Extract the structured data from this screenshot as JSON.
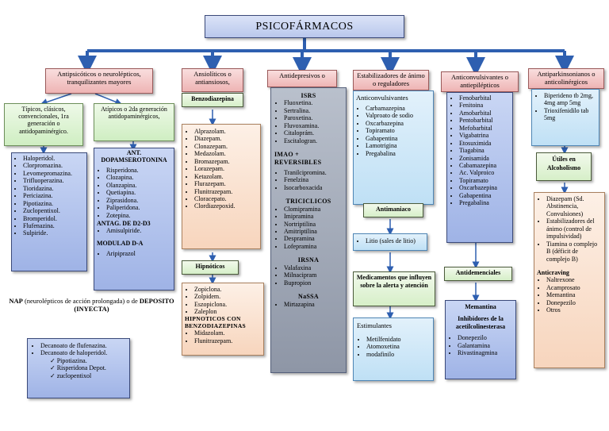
{
  "title": "PSICOFÁRMACOS",
  "antipsicoticos": {
    "header": "Antipsicóticos o neurolépticos, tranquilizantes mayores",
    "tipicos": {
      "header": "Típicos, clásicos, convencionales, 1ra generación o antidopaminérgico.",
      "items": [
        "Haloperidol.",
        "Clorpromazina.",
        "Levomepromazina.",
        "Trifluoperazina.",
        "Tioridazina.",
        "Periciazina.",
        "Pipotiazina.",
        "Zuclopentixol.",
        "Bromperidol.",
        "Flufenazina.",
        "Sulpiride."
      ]
    },
    "atipicos": {
      "header": "Atípicos o 2da generación antidopaminérgicos,",
      "ant_title": "ANT. DOPAMSEROTONINA",
      "items": [
        "Risperidona.",
        "Clozapina.",
        "Olanzapina.",
        "Quetiapina.",
        "Ziprasidona.",
        "Paliperidona.",
        "Zotepina."
      ],
      "antag_title": "ANTAG. DE D2-D3",
      "antag_items": [
        "Amisulpiride."
      ],
      "modulad_title": "MODULAD D-A",
      "modulad_items": [
        "Aripiprazol"
      ]
    },
    "nap": {
      "prefix": "NAP",
      "text": "(neurolépticos de acción prolongada) o de",
      "deposito": "DEPOSITO (INYECTA)"
    },
    "deposito_items": [
      "Decanoato de flufenazina.",
      "Decanoato de haloperidol."
    ],
    "deposito_checks": [
      "Pipotiazina.",
      "Risperidona Depot.",
      "zuclopentixol"
    ]
  },
  "ansioliticos": {
    "header": "Ansiolíticos o antiansiosos,",
    "benzo_title": "Benzodiazepina",
    "benzo_items": [
      "Alprazolam.",
      "Diazepam.",
      "Clonazepam.",
      "Medazolam.",
      "Bromazepam.",
      "Lorazepam.",
      "Ketazolam.",
      "Flurazepam.",
      "Flunitrazepam.",
      "Cloracepato.",
      "Clordiazepoxid."
    ],
    "hipnoticos_title": "Hipnóticos",
    "hipnoticos_items": [
      "Zopiclona.",
      "Zolpidem.",
      "Eszopiclona.",
      "Zaleplon"
    ],
    "hipno_benzo_title": "HIPNOTICOS CON BENZODIAZEPINAS",
    "hipno_benzo_items": [
      "Midazolam.",
      "Flunitrazepam."
    ]
  },
  "antidepresivos": {
    "header": "Antidepresivos o",
    "isrs_title": "ISRS",
    "isrs_items": [
      "Fluoxetina.",
      "Sertralina.",
      "Paroxetina.",
      "Fluvoxamina.",
      "Citaloprám.",
      "Escitalogran."
    ],
    "imao_title": "IMAO + REVERSIBLES",
    "imao_items": [
      "Tranilcipromina.",
      "Fenelzina",
      "Isocarboxacida"
    ],
    "tric_title": "TRICICLICOS",
    "tric_items": [
      "Clomipramina",
      "Imipramina",
      "Nortriptilina",
      "Amitriptilina",
      "Despramina",
      "Lofepramina"
    ],
    "irsn_title": "IRSNA",
    "irsn_items": [
      "Valafaxina",
      "Milnacipram",
      "Bupropion"
    ],
    "nassa_title": "NaSSA",
    "nassa_items": [
      "Mirtazapina"
    ]
  },
  "estabilizadores": {
    "header": "Estabilizadores de ánimo o reguladores",
    "anticonv_title": "Anticonvulsivantes",
    "anticonv_items": [
      "Carbamazepina",
      "Valproato de sodio",
      "Oxcarbazepina",
      "Topiramato",
      "Gabapentina",
      "Lamotrigina",
      "Pregabalina"
    ],
    "antimaniaco_title": "Antimaniaco",
    "litio": "Litio (sales de litio)",
    "medic_title": "Medicamentos que influyen sobre la alerta y atención",
    "estimulantes_title": "Estimulantes",
    "estimulantes_items": [
      "Metilfenidato",
      "Atomoxetina",
      "modafinilo"
    ]
  },
  "anticonvulsivantes": {
    "header": "Anticonvulsivantes o antiepilépticos",
    "items": [
      "Fenobarbital",
      "Fenitoina",
      "Amobarbital",
      "Pentobarbital",
      "Mefobarbital",
      "Vigabatrina",
      "Etosuximida",
      "Tiagabina",
      "Zonisamida",
      "Cabamazepina",
      "Ac. Valproico",
      "Topiramato",
      "Oxcarbazepina",
      "Gabapentina",
      "Pregabalina"
    ],
    "antidemenciales_title": "Antidemenciales",
    "memantina_title": "Memantina",
    "inhib_title": "Inhibidores de la acetilcolinesterasa",
    "inhib_items": [
      "Donepezilo",
      "Galantamina",
      "Rivastinagmina"
    ]
  },
  "antiparkinsonianos": {
    "header": "Antiparkinsonianos o anticolinérgicos",
    "items": [
      "Biperideno tb 2mg, 4mg amp 5mg",
      "Trioxifenidilo tab 5mg"
    ],
    "utiles_title": "Útiles en Alcoholismo",
    "alcohol_items": [
      "Diazepam (Sd. Abstinencia, Convulsiones)",
      "Estabilizadores del ánimo (control de impulsividad)",
      "Tiamina o complejo B (déficit de complejo B)"
    ],
    "anticraving_title": "Anticraving",
    "anticraving_items": [
      "Naltrexone",
      "Acamprosato",
      "Memantina",
      "Donepezilo",
      "Otros"
    ]
  },
  "colors": {
    "arrow": "#2e5fb0",
    "title_bg": "#c7d2f0",
    "header_bg": "#f0c2c2"
  }
}
